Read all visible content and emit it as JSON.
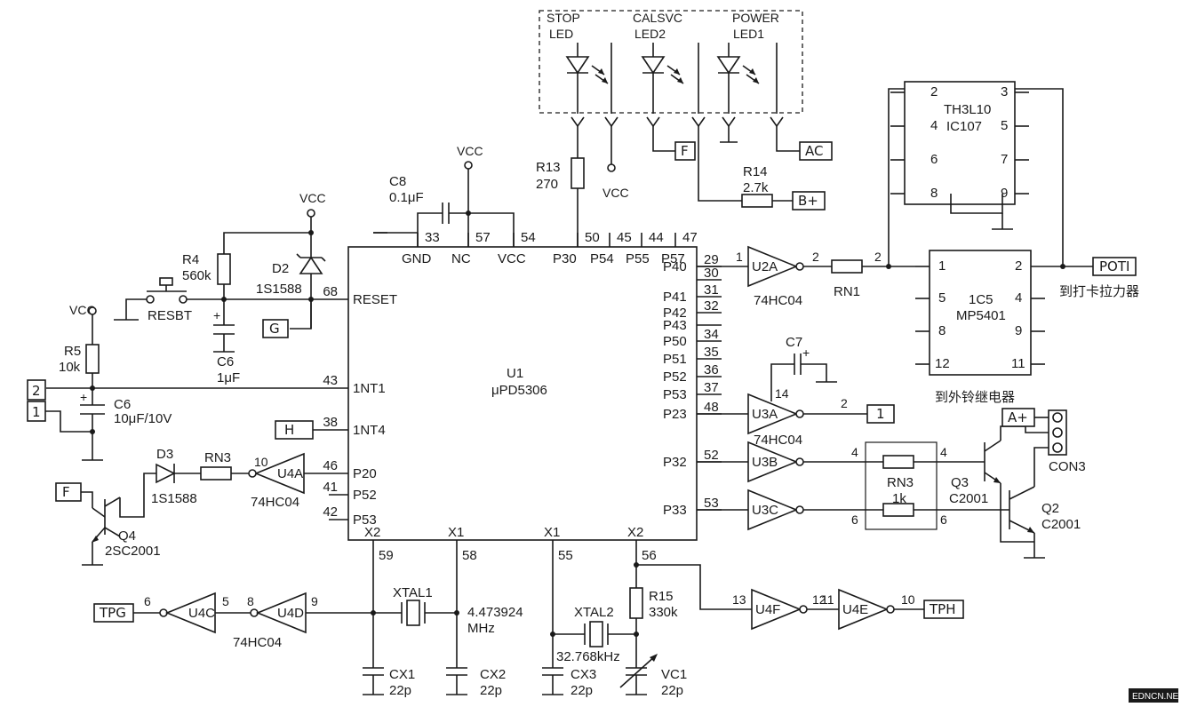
{
  "leds": {
    "stop_l1": "STOP",
    "stop_l2": "LED",
    "calsvc_l1": "CALSVC",
    "calsvc_l2": "LED2",
    "power_l1": "POWER",
    "power_l2": "LED1"
  },
  "ic_u1": {
    "ref": "U1",
    "part": "μPD5306",
    "left_pins": [
      {
        "num": "68",
        "label": "RESET"
      },
      {
        "num": "43",
        "label": "1NT1"
      },
      {
        "num": "38",
        "label": "1NT4"
      },
      {
        "num": "46",
        "label": "P20"
      },
      {
        "num": "41",
        "label": "P52"
      },
      {
        "num": "42",
        "label": "P53"
      }
    ],
    "top_pins": [
      {
        "num": "33",
        "label": "GND"
      },
      {
        "num": "57",
        "label": "NC"
      },
      {
        "num": "54",
        "label": "VCC"
      },
      {
        "num": "50",
        "label": "P30"
      },
      {
        "num": "45",
        "label": "P54"
      },
      {
        "num": "44",
        "label": "P55"
      },
      {
        "num": "47",
        "label": "P57"
      }
    ],
    "right_pins": [
      {
        "num": "29",
        "label": "P40"
      },
      {
        "num": "30",
        "label": ""
      },
      {
        "num": "31",
        "label": "P41"
      },
      {
        "num": "32",
        "label": "P42"
      },
      {
        "num": "",
        "label": "P43"
      },
      {
        "num": "34",
        "label": "P50"
      },
      {
        "num": "35",
        "label": "P51"
      },
      {
        "num": "36",
        "label": "P52"
      },
      {
        "num": "37",
        "label": "P53"
      },
      {
        "num": "48",
        "label": "P23"
      },
      {
        "num": "52",
        "label": "P32"
      },
      {
        "num": "53",
        "label": "P33"
      }
    ],
    "bottom_pins": [
      {
        "num": "59",
        "label": "X2"
      },
      {
        "num": "58",
        "label": "X1"
      },
      {
        "num": "55",
        "label": "X1"
      },
      {
        "num": "56",
        "label": "X2"
      }
    ]
  },
  "power": {
    "vcc": "VCC"
  },
  "components": {
    "c8_ref": "C8",
    "c8_val": "0.1μF",
    "r4_ref": "R4",
    "r4_val": "560k",
    "d2_ref": "D2",
    "d2_part": "1S1588",
    "resbt": "RESBT",
    "c6a_ref": "C6",
    "c6a_val": "1μF",
    "r5_ref": "R5",
    "r5_val": "10k",
    "c6b_ref": "C6",
    "c6b_val": "10μF/10V",
    "conn_2": "2",
    "conn_1": "1",
    "d3_ref": "D3",
    "d3_part": "1S1588",
    "rn3a_ref": "RN3",
    "q4_ref": "Q4",
    "q4_part": "2SC2001",
    "r13_ref": "R13",
    "r13_val": "270",
    "r14_ref": "R14",
    "r14_val": "2.7k",
    "rn1_ref": "RN1",
    "c7_ref": "C7",
    "rn3b_ref": "RN3",
    "rn3b_val": "1k",
    "q3_ref": "Q3",
    "q3_part": "C2001",
    "q2_ref": "Q2",
    "q2_part": "C2001",
    "con3_ref": "CON3",
    "xtal1_ref": "XTAL1",
    "xtal1_val": "4.473924",
    "xtal1_unit": "MHz",
    "xtal2_ref": "XTAL2",
    "xtal2_val": "32.768kHz",
    "r15_ref": "R15",
    "r15_val": "330k",
    "cx1_ref": "CX1",
    "cx1_val": "22p",
    "cx2_ref": "CX2",
    "cx2_val": "22p",
    "cx3_ref": "CX3",
    "cx3_val": "22p",
    "vc1_ref": "VC1",
    "vc1_val": "22p"
  },
  "gates": {
    "u2a": "U2A",
    "u3a": "U3A",
    "u3b": "U3B",
    "u3c": "U3C",
    "u4a": "U4A",
    "u4c": "U4C",
    "u4d": "U4D",
    "u4e": "U4E",
    "u4f": "U4F",
    "part": "74HC04",
    "u2a_in": "1",
    "u2a_out": "2",
    "u3a_vcc": "14",
    "u3a_out": "2",
    "u3b_out": "4",
    "u3c_out": "6",
    "u4a_in": "10",
    "u4c_in": "6",
    "u4c_out": "5",
    "u4d_in": "8",
    "u4d_out": "9",
    "u4f_in": "13",
    "u4f_out": "12",
    "u4e_in": "11",
    "u4e_out": "10",
    "rn1_out": "2",
    "rn3_out_top": "4",
    "rn3_out_bot": "6"
  },
  "ic_th3l10": {
    "part": "TH3L10",
    "ref": "IC107",
    "pins": {
      "p2": "2",
      "p3": "3",
      "p4": "4",
      "p5": "5",
      "p6": "6",
      "p7": "7",
      "p8": "8",
      "p9": "9"
    }
  },
  "ic_mp5401": {
    "ref": "1C5",
    "part": "MP5401",
    "pins": {
      "p1": "1",
      "p2": "2",
      "p4": "4",
      "p5": "5",
      "p8": "8",
      "p9": "9",
      "p11": "11",
      "p12": "12"
    }
  },
  "terminals": {
    "f_top": "F",
    "ac": "AC",
    "bplus": "B+",
    "g": "G",
    "h": "H",
    "f_left": "F",
    "poti": "POTI",
    "one": "1",
    "aplus": "A+",
    "tpg": "TPG",
    "tph": "TPH"
  },
  "notes": {
    "poti_dest": "到打卡拉力器",
    "relay_dest": "到外铃继电器"
  },
  "watermark": "EDNCN.NET"
}
